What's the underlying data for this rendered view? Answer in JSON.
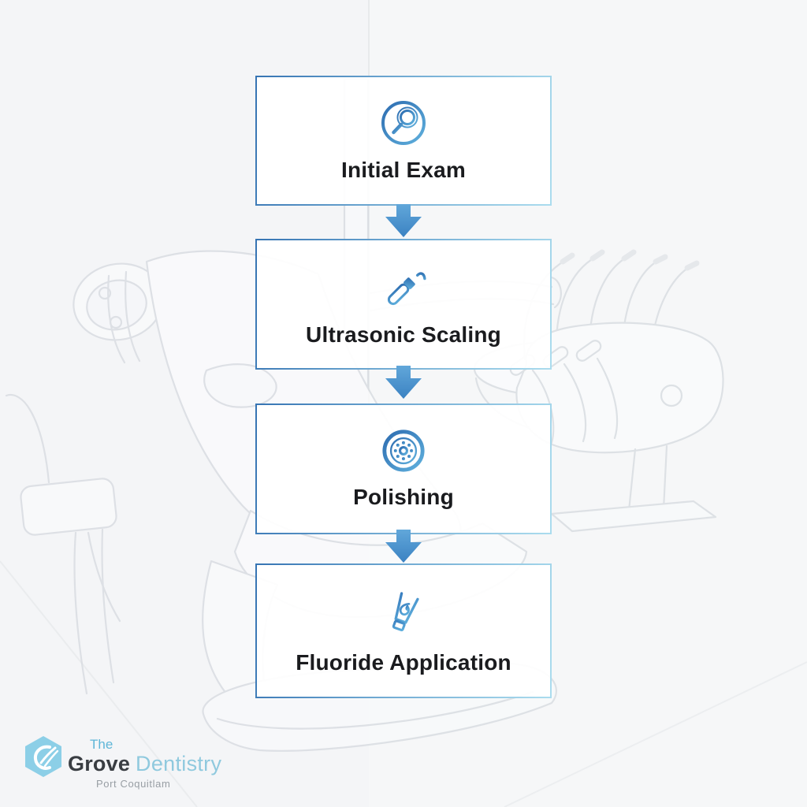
{
  "flow": {
    "steps": [
      {
        "label": "Initial Exam",
        "icon": "magnifier-icon"
      },
      {
        "label": "Ultrasonic Scaling",
        "icon": "scaler-tool-icon"
      },
      {
        "label": "Polishing",
        "icon": "polishing-disc-icon"
      },
      {
        "label": "Fluoride Application",
        "icon": "fluoride-tube-icon"
      }
    ],
    "colors": {
      "box_border_start": "#3674b3",
      "box_border_end": "#abdcee",
      "box_fill": "#ffffff",
      "arrow_blue": "#4792cd",
      "icon_blue_dark": "#2d6cb0",
      "icon_blue_light": "#5fb0dd",
      "label_text": "#1a1b1e",
      "background": "#f5f6f7",
      "sketch_line": "#d8dbe0"
    }
  },
  "logo": {
    "brand_top": "The",
    "brand_main": "Grove",
    "brand_accent": "Dentistry",
    "tagline": "Port Coquitlam",
    "colors": {
      "hexagon": "#8ccfe7",
      "brand_main_color": "#393d42",
      "brand_accent_color": "#8fc9de",
      "tagline_color": "#989ea4"
    }
  }
}
